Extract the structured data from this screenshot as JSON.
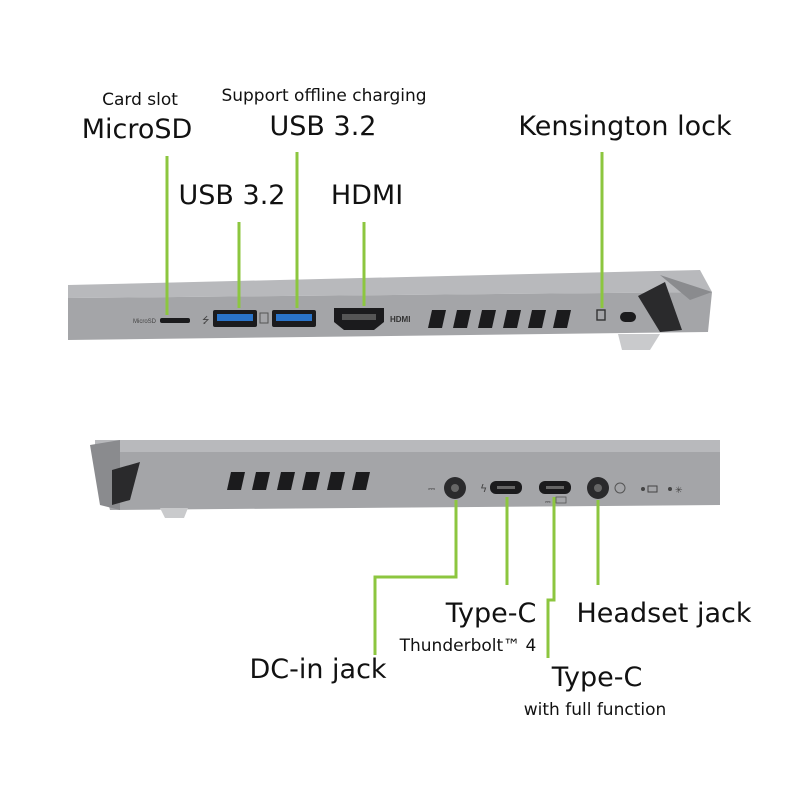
{
  "labels": {
    "card_slot_caption": "Card slot",
    "microsd": "MicroSD",
    "offline_caption": "Support offline charging",
    "usb_top": "USB 3.2",
    "usb_left": "USB 3.2",
    "hdmi": "HDMI",
    "kensington": "Kensington lock",
    "type_c_tb": "Type-C",
    "thunderbolt": "Thunderbolt™ 4",
    "headset": "Headset jack",
    "dc_in": "DC-in jack",
    "type_c_full": "Type-C",
    "full_function": "with full function"
  },
  "device_markings": {
    "microsd": "MicroSD",
    "hdmi": "HDMI"
  },
  "colors": {
    "leader": "#8cc63f",
    "chassis": "#a9aaad",
    "chassis_dark": "#7e7f82",
    "port_black": "#1b1b1d",
    "usb_blue": "#2a74c9"
  }
}
